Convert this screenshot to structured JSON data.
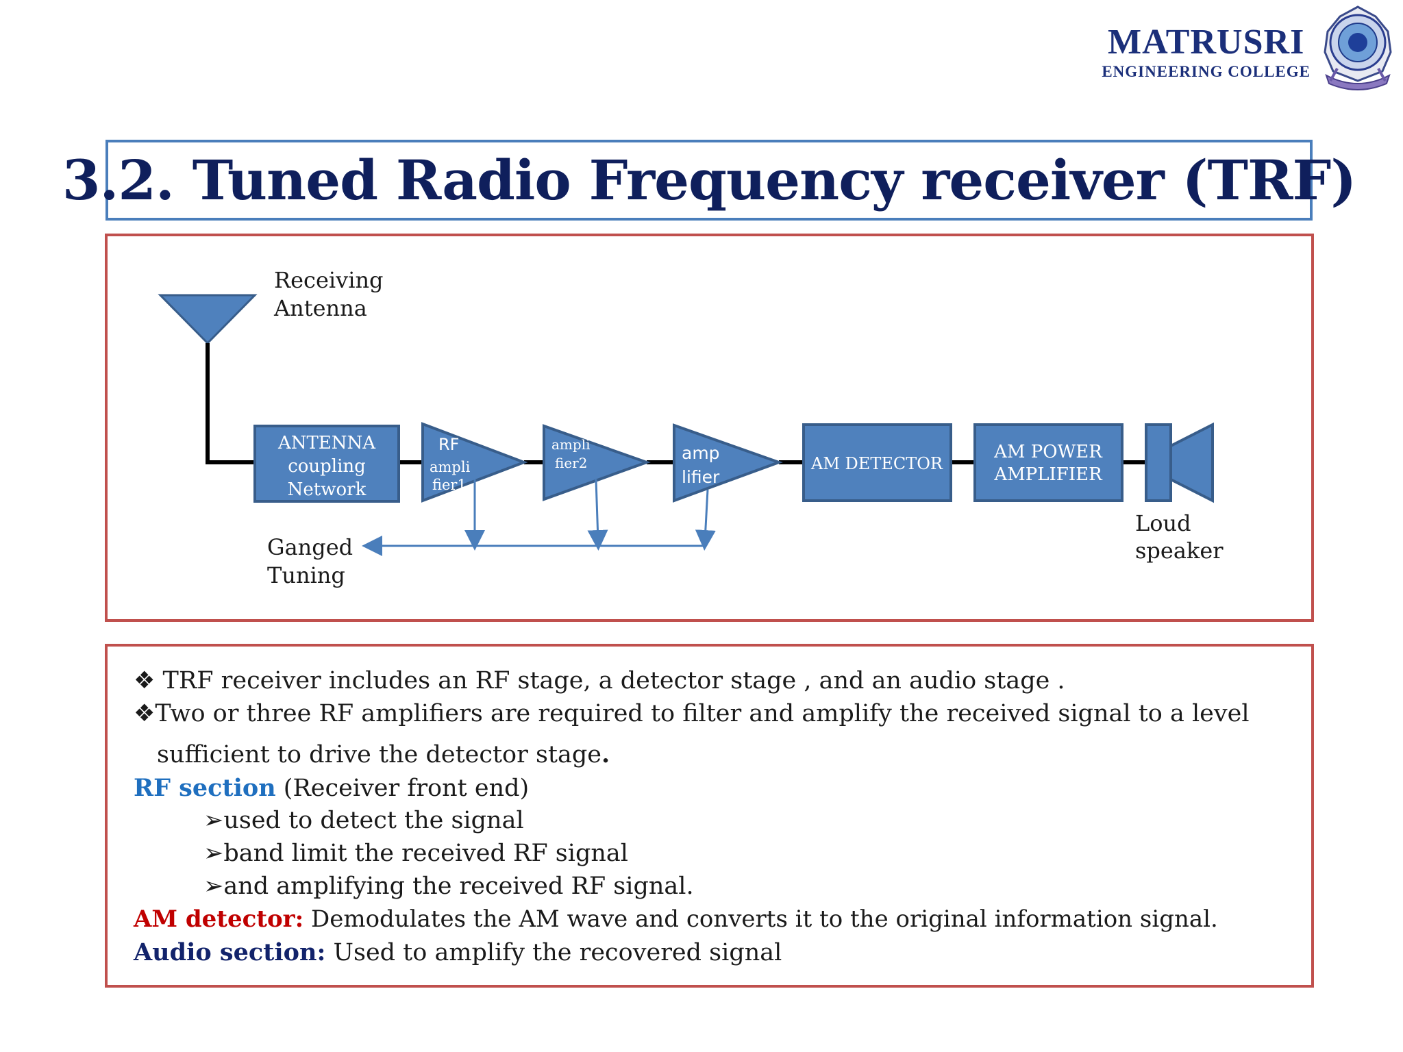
{
  "logo": {
    "name": "MATRUSRI",
    "subtitle": "ENGINEERING COLLEGE",
    "emblem_icon": "college-emblem-icon"
  },
  "title": "3.2. Tuned Radio Frequency receiver (TRF)",
  "diagram": {
    "antenna_label_1": "Receiving",
    "antenna_label_2": "Antenna",
    "coupling_1": "ANTENNA",
    "coupling_2": "coupling",
    "coupling_3": "Network",
    "amp1_1": "RF",
    "amp1_2": "ampli",
    "amp1_3": "fier1",
    "amp2_1": "ampli",
    "amp2_2": "fier2",
    "amp3_1": "amp",
    "amp3_2": "lifier",
    "detector": "AM DETECTOR",
    "power_1": "AM POWER",
    "power_2": "AMPLIFIER",
    "speaker_1": "Loud",
    "speaker_2": "speaker",
    "ganged_1": "Ganged",
    "ganged_2": "Tuning",
    "colors": {
      "block_fill": "#4f81bd",
      "block_stroke": "#385d8a",
      "line": "#000000",
      "tuning_line": "#4a7ebb"
    }
  },
  "text": {
    "bullet_glyph": "❖",
    "line1": " TRF receiver  includes an  RF stage,   a detector stage ,  and an audio stage .",
    "line2": "Two or three RF amplifiers are required to filter and amplify the received signal to a level",
    "line3": "sufficient to drive the detector stage",
    "line3_end": ".",
    "rf_head": "RF section",
    "rf_rest": " (Receiver front end)",
    "arrow_glyph": "➢",
    "rf_item1": "used to detect the signal",
    "rf_item2": "band limit the received RF signal",
    "rf_item3": "and amplifying the received RF signal.",
    "am_head": "AM detector:",
    "am_rest": " Demodulates the AM wave and converts it to the original information signal.",
    "audio_head": "Audio section:",
    "audio_rest": " Used to amplify the recovered signal"
  }
}
